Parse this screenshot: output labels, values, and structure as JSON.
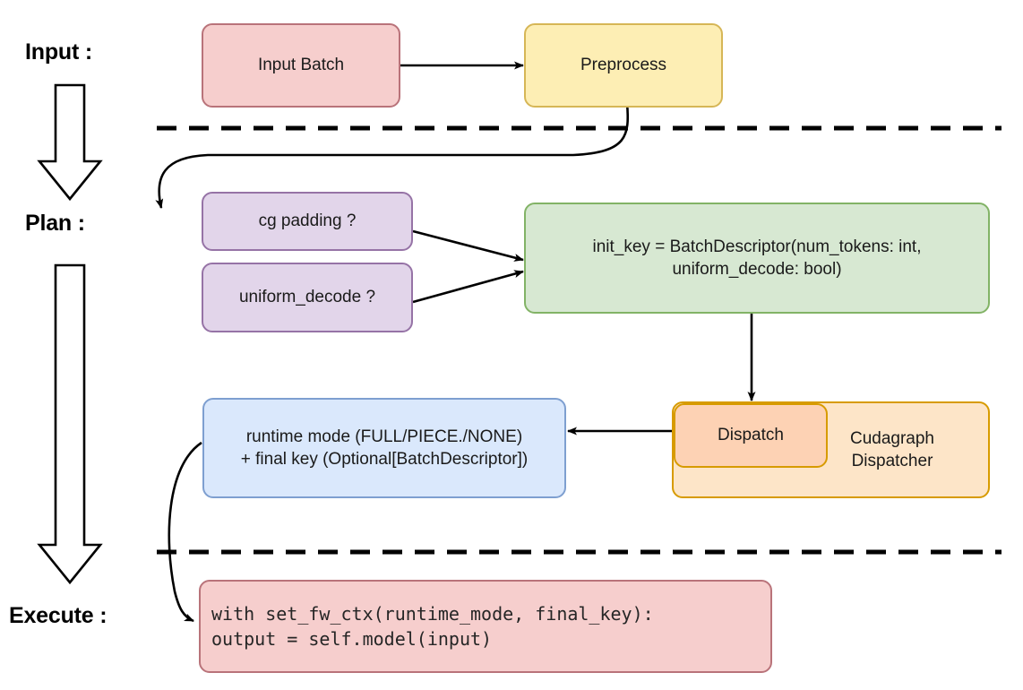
{
  "diagram": {
    "title": "vLLM cudagraph dispatch pipeline",
    "background": "#ffffff",
    "stages": [
      {
        "id": "input",
        "label": "Input :"
      },
      {
        "id": "plan",
        "label": "Plan :"
      },
      {
        "id": "execute",
        "label": "Execute :"
      }
    ],
    "nodes": [
      {
        "id": "input-batch",
        "label": "Input Batch",
        "color": "#f6cecd",
        "border": "#b9737a"
      },
      {
        "id": "preprocess",
        "label": "Preprocess",
        "color": "#fdeeb4",
        "border": "#d6b656"
      },
      {
        "id": "cg-padding",
        "label": "cg padding ?",
        "color": "#e2d5ea",
        "border": "#9673a6"
      },
      {
        "id": "uniform-decode",
        "label": "uniform_decode ?",
        "color": "#e2d5ea",
        "border": "#9673a6"
      },
      {
        "id": "init-key",
        "label": "init_key = BatchDescriptor(num_tokens: int,\nuniform_decode: bool)",
        "color": "#d7e8d2",
        "border": "#82b366"
      },
      {
        "id": "cudagraph-dispatcher",
        "label": "Cudagraph\nDispatcher",
        "color": "#fde5c8",
        "border": "#d79b00"
      },
      {
        "id": "dispatch",
        "label": "Dispatch",
        "color": "#fdd2b4",
        "border": "#d79b00"
      },
      {
        "id": "runtime-mode",
        "label": "runtime mode (FULL/PIECE./NONE)\n+ final key (Optional[BatchDescriptor])",
        "color": "#dae8fc",
        "border": "#7e9fd0"
      },
      {
        "id": "execute-code",
        "label": "with set_fw_ctx(runtime_mode, final_key):\n    output = self.model(input)",
        "color": "#f6cecd",
        "border": "#b9737a"
      }
    ],
    "separators": [
      {
        "id": "separator-input-plan",
        "style": "dashed",
        "color": "#000000"
      },
      {
        "id": "separator-plan-execute",
        "style": "dashed",
        "color": "#000000"
      }
    ],
    "flow_arrows": [
      {
        "id": "arrow-input-batch-to-preprocess",
        "from": "input-batch",
        "to": "preprocess"
      },
      {
        "id": "arrow-preprocess-to-cg-padding",
        "from": "preprocess",
        "to": "cg-padding"
      },
      {
        "id": "arrow-cg-padding-to-init-key",
        "from": "cg-padding",
        "to": "init-key"
      },
      {
        "id": "arrow-uniform-decode-to-init-key",
        "from": "uniform-decode",
        "to": "init-key"
      },
      {
        "id": "arrow-init-key-to-dispatch",
        "from": "init-key",
        "to": "dispatch"
      },
      {
        "id": "arrow-dispatch-to-runtime-mode",
        "from": "dispatch",
        "to": "runtime-mode"
      },
      {
        "id": "arrow-runtime-mode-to-execute-code",
        "from": "runtime-mode",
        "to": "execute-code"
      }
    ],
    "stage_arrows": [
      {
        "id": "stage-arrow-input-to-plan",
        "direction": "down"
      },
      {
        "id": "stage-arrow-plan-to-execute",
        "direction": "down"
      }
    ]
  }
}
